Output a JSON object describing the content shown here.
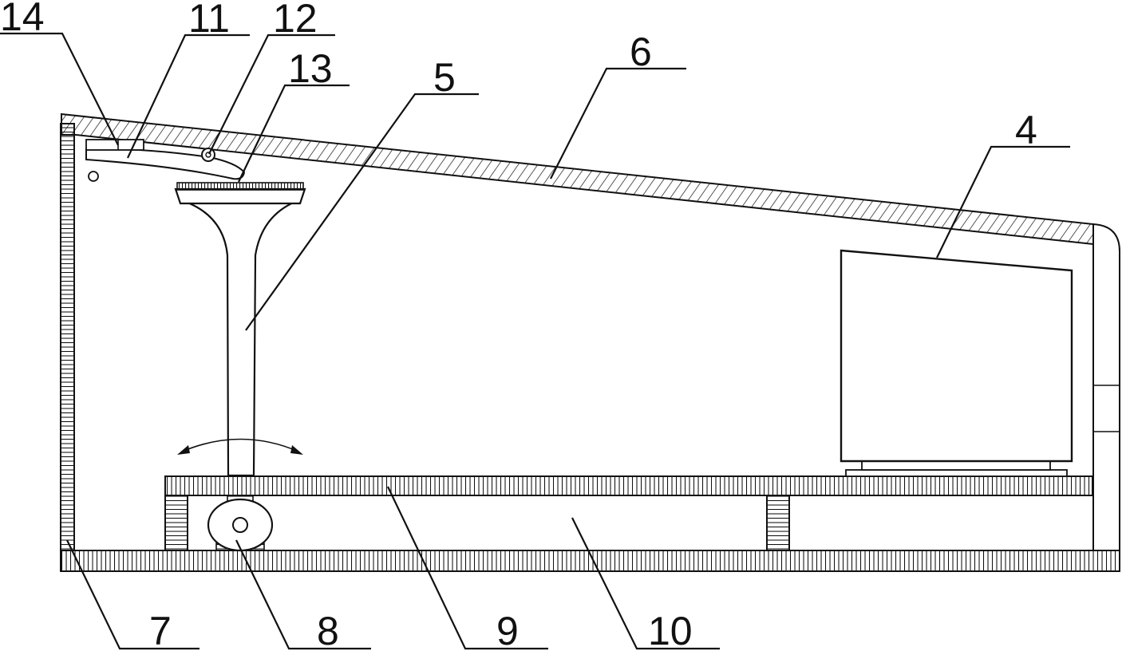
{
  "labels": {
    "l14": "14",
    "l11": "11",
    "l12": "12",
    "l13": "13",
    "l5": "5",
    "l6": "6",
    "l4": "4",
    "l7": "7",
    "l8": "8",
    "l9": "9",
    "l10": "10"
  },
  "colors": {
    "ink": "#111111",
    "paper": "#ffffff"
  }
}
